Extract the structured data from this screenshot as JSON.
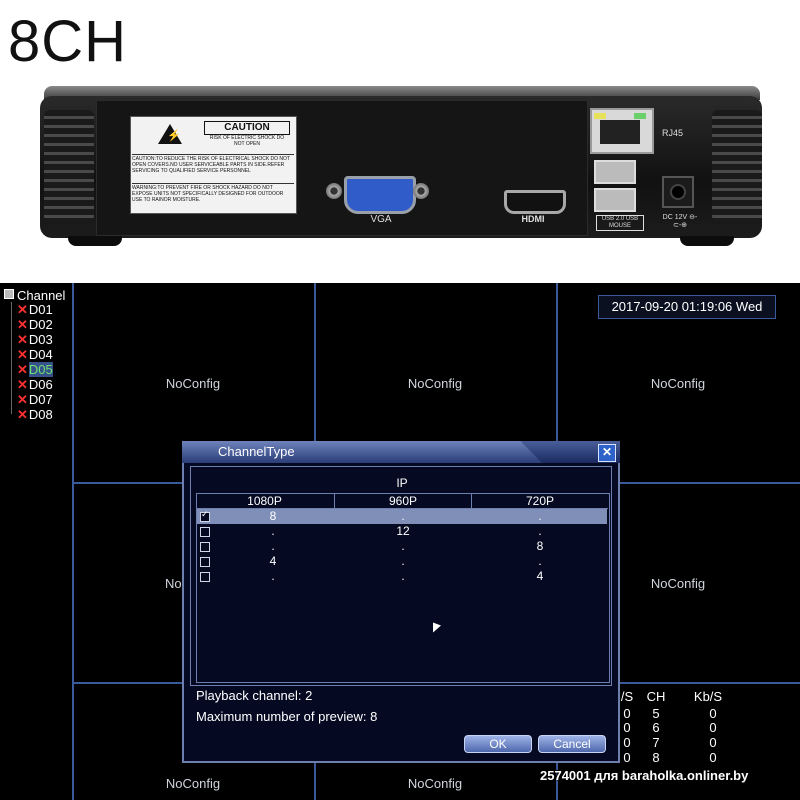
{
  "product_photo": {
    "title": "8CH",
    "caution_heading": "CAUTION",
    "caution_sub": "RISK OF ELECTRIC SHOCK DO NOT OPEN",
    "caution_text_1": "CAUTION:TO REDUCE THE RISK OF ELECTRICAL SHOCK DO NOT OPEN COVERS.NO USER SERVICEABLE PARTS IN SIDE.REFER SERVICING TO QUALIFIED SERVICE PERSONNEL",
    "caution_text_2": "WARNING:TO PREVENT FIRE OR SHOCK HAZARD DO NOT EXPOSE UNITS NOT SPECIFICALLY DESIGNED FOR OUTDOOR USE TO RAINOR MOISTURE.",
    "vga_label": "VGA",
    "hdmi_label": "HDMI",
    "rj45_label": "RJ45",
    "usb_label": "USB 2.0 USB MOUSE",
    "dc_label": "DC 12V ⊖-⊂-⊕"
  },
  "channel_tree": {
    "root_label": "Channel",
    "items": [
      {
        "label": "D01"
      },
      {
        "label": "D02"
      },
      {
        "label": "D03"
      },
      {
        "label": "D04"
      },
      {
        "label": "D05"
      },
      {
        "label": "D06"
      },
      {
        "label": "D07"
      },
      {
        "label": "D08"
      }
    ],
    "active_index": 4,
    "unconfigured_glyph": "✕"
  },
  "grid": {
    "noconfig_label": "NoConfig",
    "partial_label_left": "No",
    "datetime": "2017-09-20 01:19:06 Wed"
  },
  "stats": {
    "col1_header": "/S",
    "col2_header": "CH",
    "col3_header": "Kb/S",
    "rows": [
      [
        "0",
        "5",
        "0"
      ],
      [
        "0",
        "6",
        "0"
      ],
      [
        "0",
        "7",
        "0"
      ],
      [
        "0",
        "8",
        "0"
      ]
    ]
  },
  "dialog": {
    "title": "ChannelType",
    "close_glyph": "✕",
    "group_label": "IP",
    "columns": [
      "1080P",
      "960P",
      "720P"
    ],
    "rows": [
      {
        "checked": true,
        "selected": true,
        "values": [
          "8",
          ".",
          "."
        ]
      },
      {
        "checked": false,
        "selected": false,
        "values": [
          ".",
          "12",
          "."
        ]
      },
      {
        "checked": false,
        "selected": false,
        "values": [
          ".",
          ".",
          "8"
        ]
      },
      {
        "checked": false,
        "selected": false,
        "values": [
          "4",
          ".",
          "."
        ]
      },
      {
        "checked": false,
        "selected": false,
        "values": [
          ".",
          ".",
          "4"
        ]
      }
    ],
    "playback_info": "Playback channel: 2",
    "preview_info": "Maximum number of preview: 8",
    "ok_label": "OK",
    "cancel_label": "Cancel"
  },
  "watermark": "2574001 для baraholka.onliner.by"
}
